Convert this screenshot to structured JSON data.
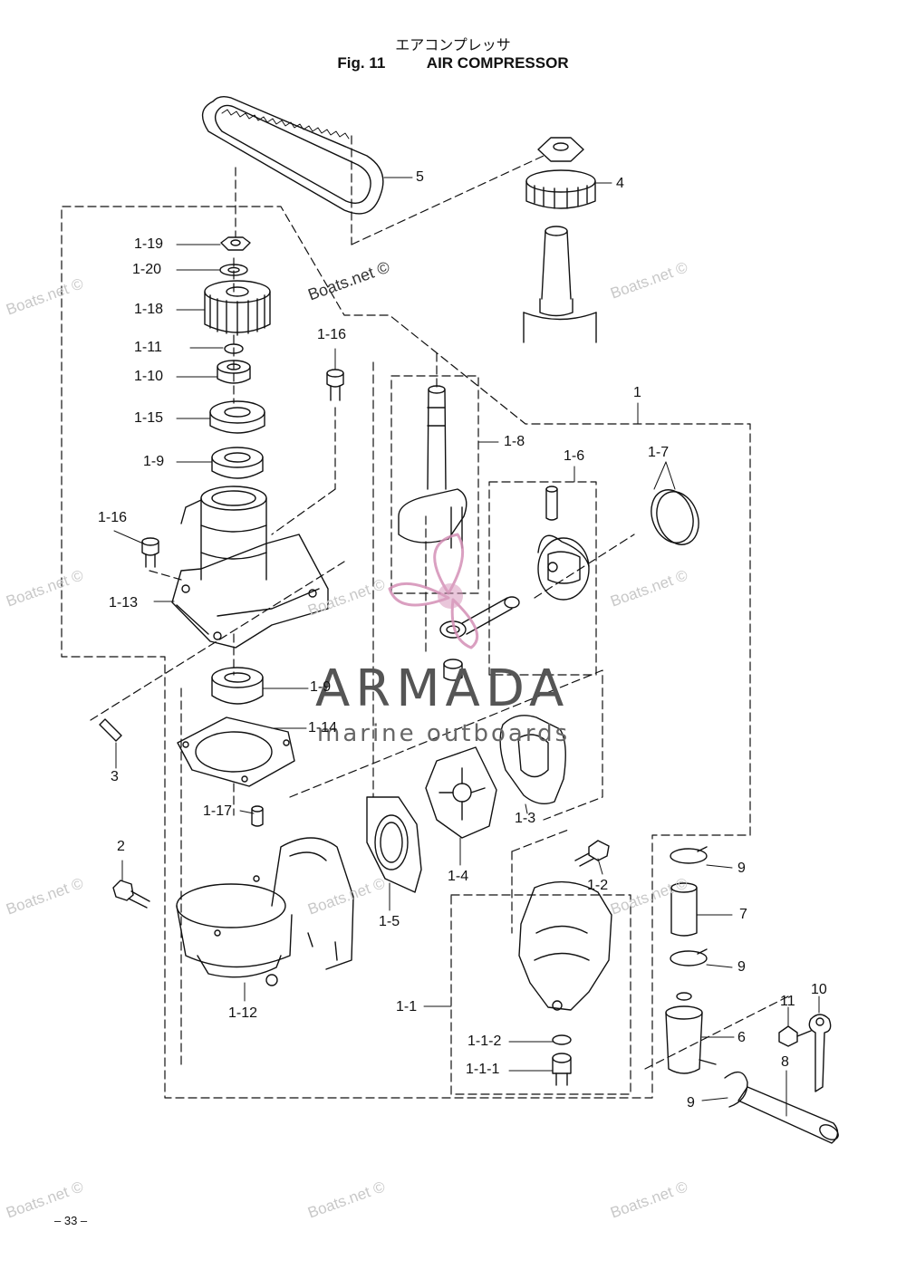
{
  "title": {
    "japanese": "エアコンプレッサ",
    "fig": "Fig. 11",
    "english": "AIR COMPRESSOR"
  },
  "page_number": "– 33 –",
  "watermarks": {
    "site": "Boats.net ©",
    "brand": "ARMADA",
    "tagline": "marine outboards"
  },
  "callouts": [
    {
      "id": "5",
      "label": "5"
    },
    {
      "id": "4",
      "label": "4"
    },
    {
      "id": "1-19",
      "label": "1-19"
    },
    {
      "id": "1-20",
      "label": "1-20"
    },
    {
      "id": "1-18",
      "label": "1-18"
    },
    {
      "id": "1-11",
      "label": "1-11"
    },
    {
      "id": "1-10",
      "label": "1-10"
    },
    {
      "id": "1-15",
      "label": "1-15"
    },
    {
      "id": "1-9a",
      "label": "1-9"
    },
    {
      "id": "1-16a",
      "label": "1-16"
    },
    {
      "id": "1-16b",
      "label": "1-16"
    },
    {
      "id": "1",
      "label": "1"
    },
    {
      "id": "1-8",
      "label": "1-8"
    },
    {
      "id": "1-6",
      "label": "1-6"
    },
    {
      "id": "1-7",
      "label": "1-7"
    },
    {
      "id": "1-13",
      "label": "1-13"
    },
    {
      "id": "1-9b",
      "label": "1-9"
    },
    {
      "id": "1-14",
      "label": "1-14"
    },
    {
      "id": "3",
      "label": "3"
    },
    {
      "id": "1-17",
      "label": "1-17"
    },
    {
      "id": "1-3",
      "label": "1-3"
    },
    {
      "id": "1-4",
      "label": "1-4"
    },
    {
      "id": "1-5",
      "label": "1-5"
    },
    {
      "id": "2",
      "label": "2"
    },
    {
      "id": "1-2",
      "label": "1-2"
    },
    {
      "id": "9a",
      "label": "9"
    },
    {
      "id": "7",
      "label": "7"
    },
    {
      "id": "9b",
      "label": "9"
    },
    {
      "id": "1-12",
      "label": "1-12"
    },
    {
      "id": "1-1",
      "label": "1-1"
    },
    {
      "id": "11",
      "label": "11"
    },
    {
      "id": "10",
      "label": "10"
    },
    {
      "id": "6",
      "label": "6"
    },
    {
      "id": "1-1-2",
      "label": "1-1-2"
    },
    {
      "id": "1-1-1",
      "label": "1-1-1"
    },
    {
      "id": "8",
      "label": "8"
    },
    {
      "id": "9c",
      "label": "9"
    }
  ]
}
